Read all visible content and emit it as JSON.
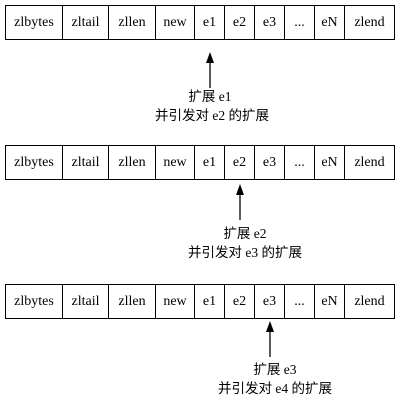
{
  "rows": [
    {
      "cells": [
        "zlbytes",
        "zltail",
        "zllen",
        "new",
        "e1",
        "e2",
        "e3",
        "...",
        "eN",
        "zlend"
      ],
      "caption": [
        "扩展 e1",
        "并引发对 e2 的扩展"
      ]
    },
    {
      "cells": [
        "zlbytes",
        "zltail",
        "zllen",
        "new",
        "e1",
        "e2",
        "e3",
        "...",
        "eN",
        "zlend"
      ],
      "caption": [
        "扩展 e2",
        "并引发对 e3 的扩展"
      ]
    },
    {
      "cells": [
        "zlbytes",
        "zltail",
        "zllen",
        "new",
        "e1",
        "e2",
        "e3",
        "...",
        "eN",
        "zlend"
      ],
      "caption": [
        "扩展 e3",
        "并引发对 e4 的扩展"
      ]
    }
  ]
}
